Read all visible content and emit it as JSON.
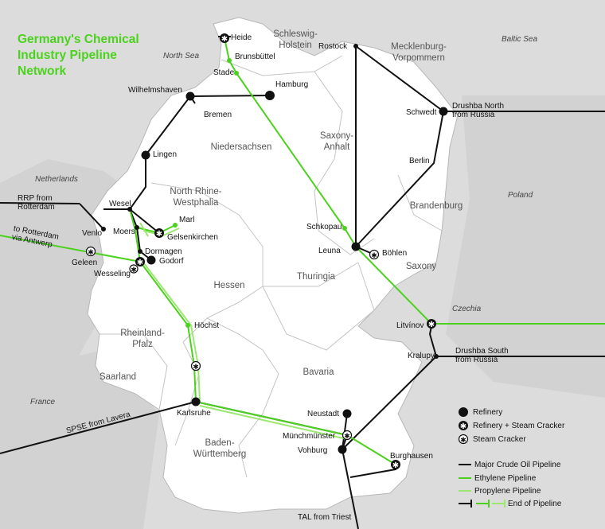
{
  "title": "Germany's Chemical Industry Pipeline Network",
  "title_lines": [
    "Germany's Chemical",
    "Industry Pipeline",
    "Network"
  ],
  "colors": {
    "title": "#4cd21e",
    "crude": "#111111",
    "ethylene": "#4cd21e",
    "propylene": "#9be870",
    "land": "#ffffff",
    "outside_land": "#d9d9d9",
    "sea": "#e8e8e8",
    "border": "#b5b5b5"
  },
  "outside_labels": [
    {
      "id": "north-sea",
      "text": "North Sea"
    },
    {
      "id": "baltic-sea",
      "text": "Baltic Sea"
    },
    {
      "id": "netherlands",
      "text": "Netherlands"
    },
    {
      "id": "poland",
      "text": "Poland"
    },
    {
      "id": "czechia",
      "text": "Czechia"
    },
    {
      "id": "france",
      "text": "France"
    }
  ],
  "regions": [
    {
      "id": "schleswig-holstein",
      "text": "Schleswig-\nHolstein"
    },
    {
      "id": "mecklenburg",
      "text": "Mecklenburg-\nVorpommern"
    },
    {
      "id": "niedersachsen",
      "text": "Niedersachsen"
    },
    {
      "id": "saxony-anhalt",
      "text": "Saxony-\nAnhalt"
    },
    {
      "id": "brandenburg",
      "text": "Brandenburg"
    },
    {
      "id": "nrw",
      "text": "North Rhine-\nWestphalia"
    },
    {
      "id": "hessen",
      "text": "Hessen"
    },
    {
      "id": "thuringia",
      "text": "Thuringia"
    },
    {
      "id": "saxony",
      "text": "Saxony"
    },
    {
      "id": "rheinland-pfalz",
      "text": "Rheinland-\nPfalz"
    },
    {
      "id": "saarland",
      "text": "Saarland"
    },
    {
      "id": "bavaria",
      "text": "Bavaria"
    },
    {
      "id": "bw",
      "text": "Baden-\nWürttemberg"
    }
  ],
  "sites": [
    {
      "id": "heide",
      "text": "Heide",
      "type": "refinery-steam"
    },
    {
      "id": "brunsbuettel",
      "text": "Brunsbüttel",
      "type": "ethylene-node"
    },
    {
      "id": "stade",
      "text": "Stade",
      "type": "ethylene-node"
    },
    {
      "id": "hamburg",
      "text": "Hamburg",
      "type": "refinery"
    },
    {
      "id": "wilhelmshaven",
      "text": "Wilhelmshaven",
      "type": "refinery"
    },
    {
      "id": "bremen",
      "text": "Bremen",
      "type": "none"
    },
    {
      "id": "rostock",
      "text": "Rostock",
      "type": "node"
    },
    {
      "id": "schwedt",
      "text": "Schwedt",
      "type": "refinery"
    },
    {
      "id": "berlin",
      "text": "Berlin",
      "type": "none"
    },
    {
      "id": "lingen",
      "text": "Lingen",
      "type": "refinery"
    },
    {
      "id": "wesel",
      "text": "Wesel",
      "type": "node"
    },
    {
      "id": "venlo",
      "text": "Venlo",
      "type": "node"
    },
    {
      "id": "moers",
      "text": "Moers",
      "type": "node"
    },
    {
      "id": "marl",
      "text": "Marl",
      "type": "ethylene-node"
    },
    {
      "id": "gelsenkirchen",
      "text": "Gelsenkirchen",
      "type": "refinery-steam"
    },
    {
      "id": "dormagen",
      "text": "Dormagen",
      "type": "node"
    },
    {
      "id": "godorf",
      "text": "Godorf",
      "type": "refinery"
    },
    {
      "id": "geleen",
      "text": "Geleen",
      "type": "steam"
    },
    {
      "id": "wesseling",
      "text": "Wesseling",
      "type": "steam"
    },
    {
      "id": "schkopau",
      "text": "Schkopau",
      "type": "ethylene-node"
    },
    {
      "id": "leuna",
      "text": "Leuna",
      "type": "refinery"
    },
    {
      "id": "boehlen",
      "text": "Böhlen",
      "type": "steam"
    },
    {
      "id": "hoechst",
      "text": "Höchst",
      "type": "ethylene-node"
    },
    {
      "id": "litvinov",
      "text": "Litvínov",
      "type": "refinery-steam"
    },
    {
      "id": "kralupy",
      "text": "Kralupy",
      "type": "node"
    },
    {
      "id": "karlsruhe",
      "text": "Karlsruhe",
      "type": "refinery"
    },
    {
      "id": "neustadt",
      "text": "Neustadt",
      "type": "refinery"
    },
    {
      "id": "muenchmuenster",
      "text": "Münchmünster",
      "type": "steam"
    },
    {
      "id": "vohburg",
      "text": "Vohburg",
      "type": "refinery"
    },
    {
      "id": "burghausen",
      "text": "Burghausen",
      "type": "refinery-steam"
    }
  ],
  "external_routes": [
    {
      "id": "rrp",
      "text": "RRP from\nRotterdam"
    },
    {
      "id": "to-rotterdam",
      "text": "to Rotterdam\nvia Antwerp"
    },
    {
      "id": "drushba-north",
      "text": "Drushba North\nfrom Russia"
    },
    {
      "id": "drushba-south",
      "text": "Drushba South\nfrom Russia"
    },
    {
      "id": "spse",
      "text": "SPSE from Lavera"
    },
    {
      "id": "tal",
      "text": "TAL from Triest"
    }
  ],
  "legend": {
    "refinery": "Refinery",
    "refinery_steam": "Refinery + Steam Cracker",
    "steam": "Steam Cracker",
    "crude": "Major Crude Oil Pipeline",
    "ethylene": "Ethylene Pipeline",
    "propylene": "Propylene Pipeline",
    "end": "End of Pipeline"
  }
}
